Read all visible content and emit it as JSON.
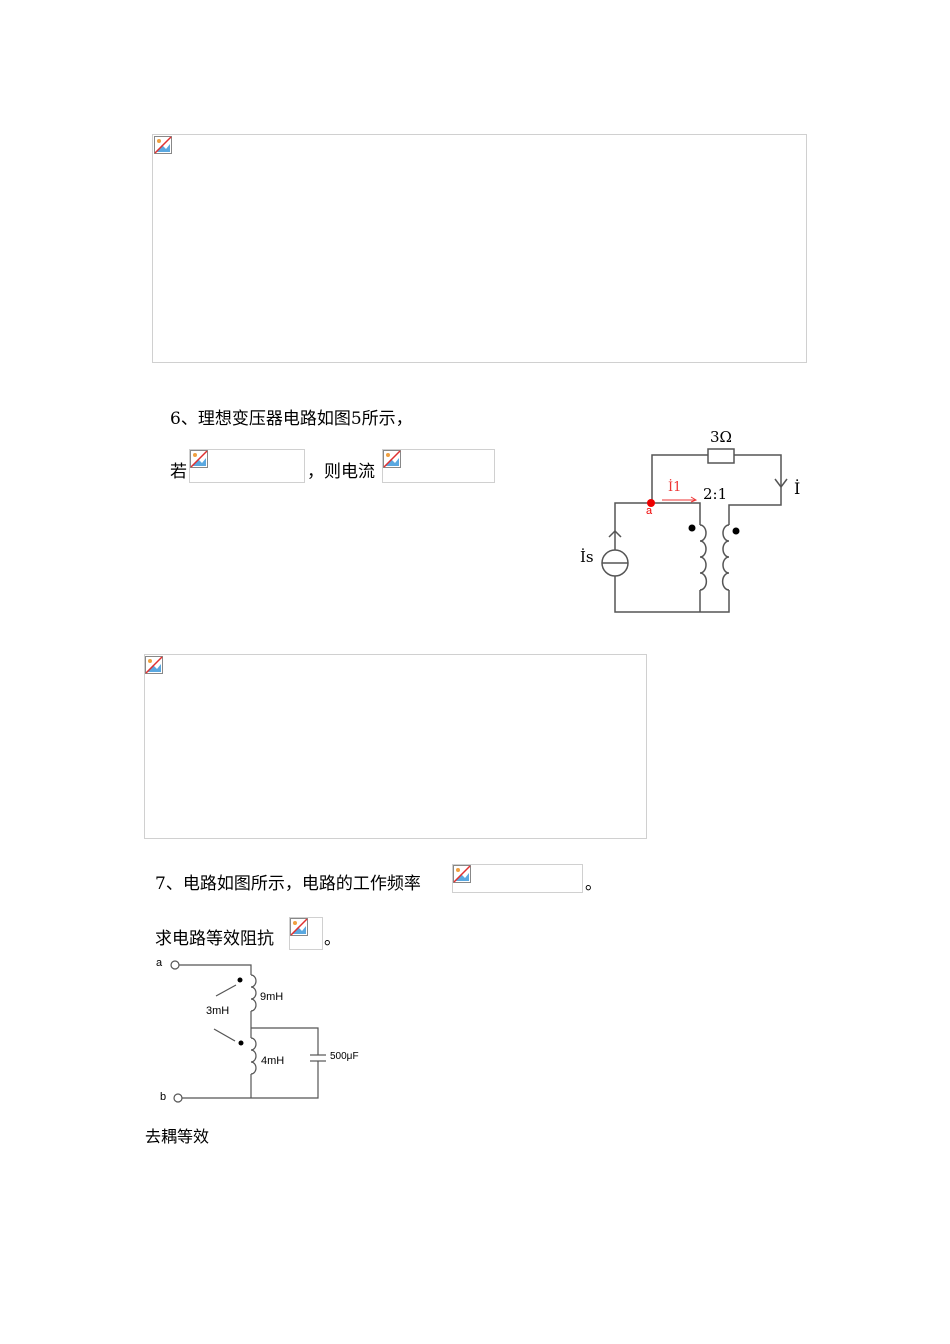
{
  "q6": {
    "title": "6、理想变压器电路如图5所示，",
    "if": "若",
    "then": "，则电流"
  },
  "fig5": {
    "resistor": "3Ω",
    "node": "a",
    "current_i1": "İ1",
    "ratio": "2:1",
    "current_i": "İ",
    "source": "İs"
  },
  "q7": {
    "title": "7、电路如图所示，电路的工作频率",
    "period": "。",
    "ask": "求电路等效阻抗",
    "period2": "。"
  },
  "fig7": {
    "terminal_a": "a",
    "terminal_b": "b",
    "l1": "9mH",
    "l2": "4mH",
    "m": "3mH",
    "c": "500μF"
  },
  "note": "去耦等效"
}
